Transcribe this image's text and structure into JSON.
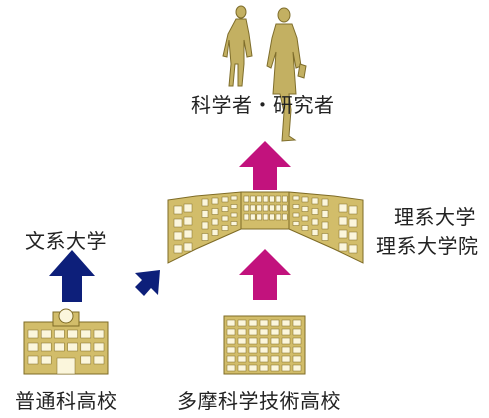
{
  "labels": {
    "researchers": "科学者・研究者",
    "science_university": "理系大学",
    "science_graduate": "理系大学院",
    "humanities_university": "文系大学",
    "general_high_school": "普通科高校",
    "tama_high_school": "多摩科学技術高校"
  },
  "icons": {
    "people": "two-people-icon",
    "university": "university-building-icon",
    "general_school": "school-with-clock-icon",
    "tama_school": "tall-school-building-icon",
    "arrows": "arrow-icon"
  },
  "colors": {
    "building": "#d2bd6a",
    "building_stroke": "#7e6b26",
    "window": "#fbf6dc",
    "silhouette": "#c3b062",
    "silhouette_dark": "#7e6d2b",
    "magenta_arrow": "#c2127d",
    "navy_arrow": "#0d1f7a"
  }
}
